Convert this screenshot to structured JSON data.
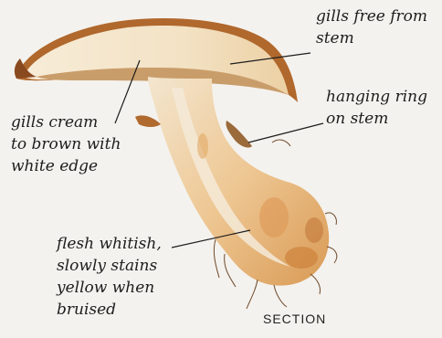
{
  "labels": {
    "gills_free": [
      "gills free from",
      "stem"
    ],
    "hanging_ring": [
      "hanging ring",
      "on stem"
    ],
    "gills_cream": [
      "gills cream",
      "to brown with",
      "white edge"
    ],
    "flesh": [
      "flesh whitish,",
      "slowly stains",
      "yellow when",
      "bruised"
    ]
  },
  "caption": "SECTION"
}
